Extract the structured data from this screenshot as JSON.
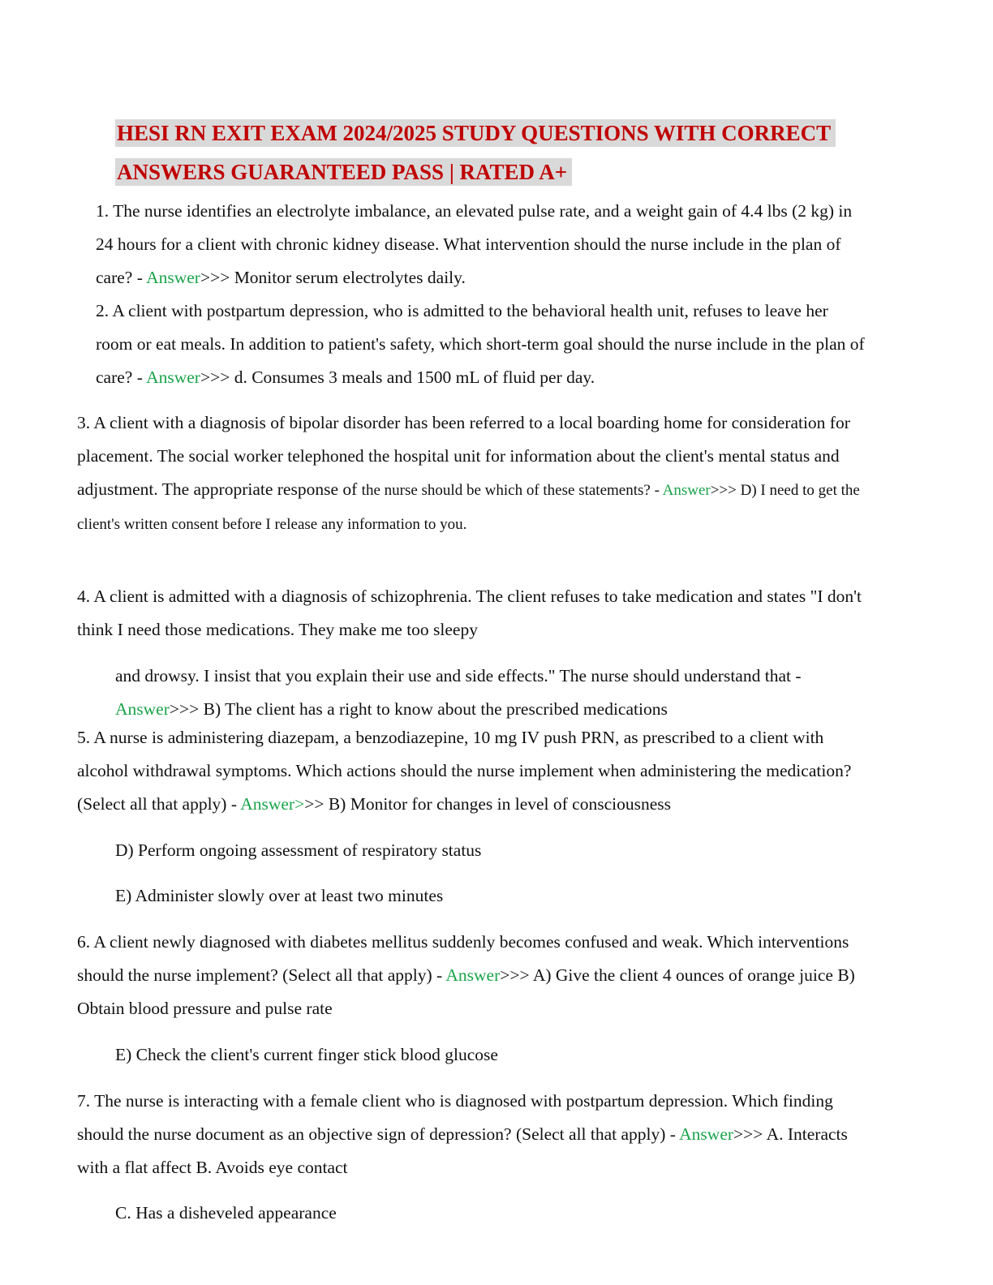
{
  "title": {
    "line1": "HESI RN EXIT EXAM 2024/2025 STUDY QUESTIONS WITH CORRECT",
    "line2": "ANSWERS GUARANTEED PASS | RATED A+"
  },
  "answer_label": "Answer",
  "answer_label_q5": "Answer>",
  "questions": {
    "q1": {
      "pre": "1. The nurse identifies an electrolyte imbalance, an elevated pulse rate, and a weight gain of 4.4 lbs (2 kg) in 24 hours for a client with chronic kidney disease. What intervention should the nurse include in the plan of care? - ",
      "post": ">>> Monitor serum electrolytes daily."
    },
    "q2": {
      "pre": "2. A client with postpartum depression, who is admitted to the behavioral health unit, refuses to leave her room or eat meals. In addition to patient's safety, which short-term goal should the nurse include in the plan of care? - ",
      "post": ">>> d. Consumes 3 meals and 1500 mL of fluid per day."
    },
    "q3": {
      "pre": "3. A client with a diagnosis of bipolar disorder has been referred to a local boarding home for consideration for placement. The social worker telephoned the hospital unit for information about the client's mental status and adjustment. The appropriate response of ",
      "small_pre": "the nurse should be which of these statements? - ",
      "post": ">>> D) I need to get the client's written consent before I release any information to you."
    },
    "q4": {
      "pre": "4. A client is admitted with a diagnosis of schizophrenia. The client refuses to take medication and states \"I don't think I need those medications. They make me too sleepy",
      "cont_pre": "and drowsy. I insist that you explain their use and side effects.\" The nurse should understand that - ",
      "post": ">>> B) The client has a right to know about the prescribed medications"
    },
    "q5": {
      "pre": "5. A nurse is administering diazepam, a benzodiazepine, 10 mg IV push PRN, as prescribed to a client with alcohol withdrawal symptoms. Which actions should the nurse implement when administering the medication? (Select all that apply) - ",
      "post": ">> B) Monitor for changes in level of consciousness",
      "extra1": "D) Perform ongoing assessment of respiratory status",
      "extra2": "E) Administer slowly over at least two minutes"
    },
    "q6": {
      "pre": "6. A client newly diagnosed with diabetes mellitus suddenly becomes confused and weak. Which interventions should the nurse implement? (Select all that apply) - ",
      "post": ">>> A) Give the client 4 ounces of orange juice B) Obtain blood pressure and pulse rate",
      "extra1": "E) Check the client's current finger stick blood glucose"
    },
    "q7": {
      "pre": "7. The nurse is interacting with a female client who is diagnosed with postpartum depression. Which finding should the nurse document as an objective sign of depression? (Select all that apply) - ",
      "post": ">>> A. Interacts with a flat affect B. Avoids eye contact",
      "extra1": "C. Has a disheveled appearance"
    }
  },
  "colors": {
    "title": "#c00000",
    "answer": "#1aa34a",
    "highlight": "#d9d9d9"
  }
}
